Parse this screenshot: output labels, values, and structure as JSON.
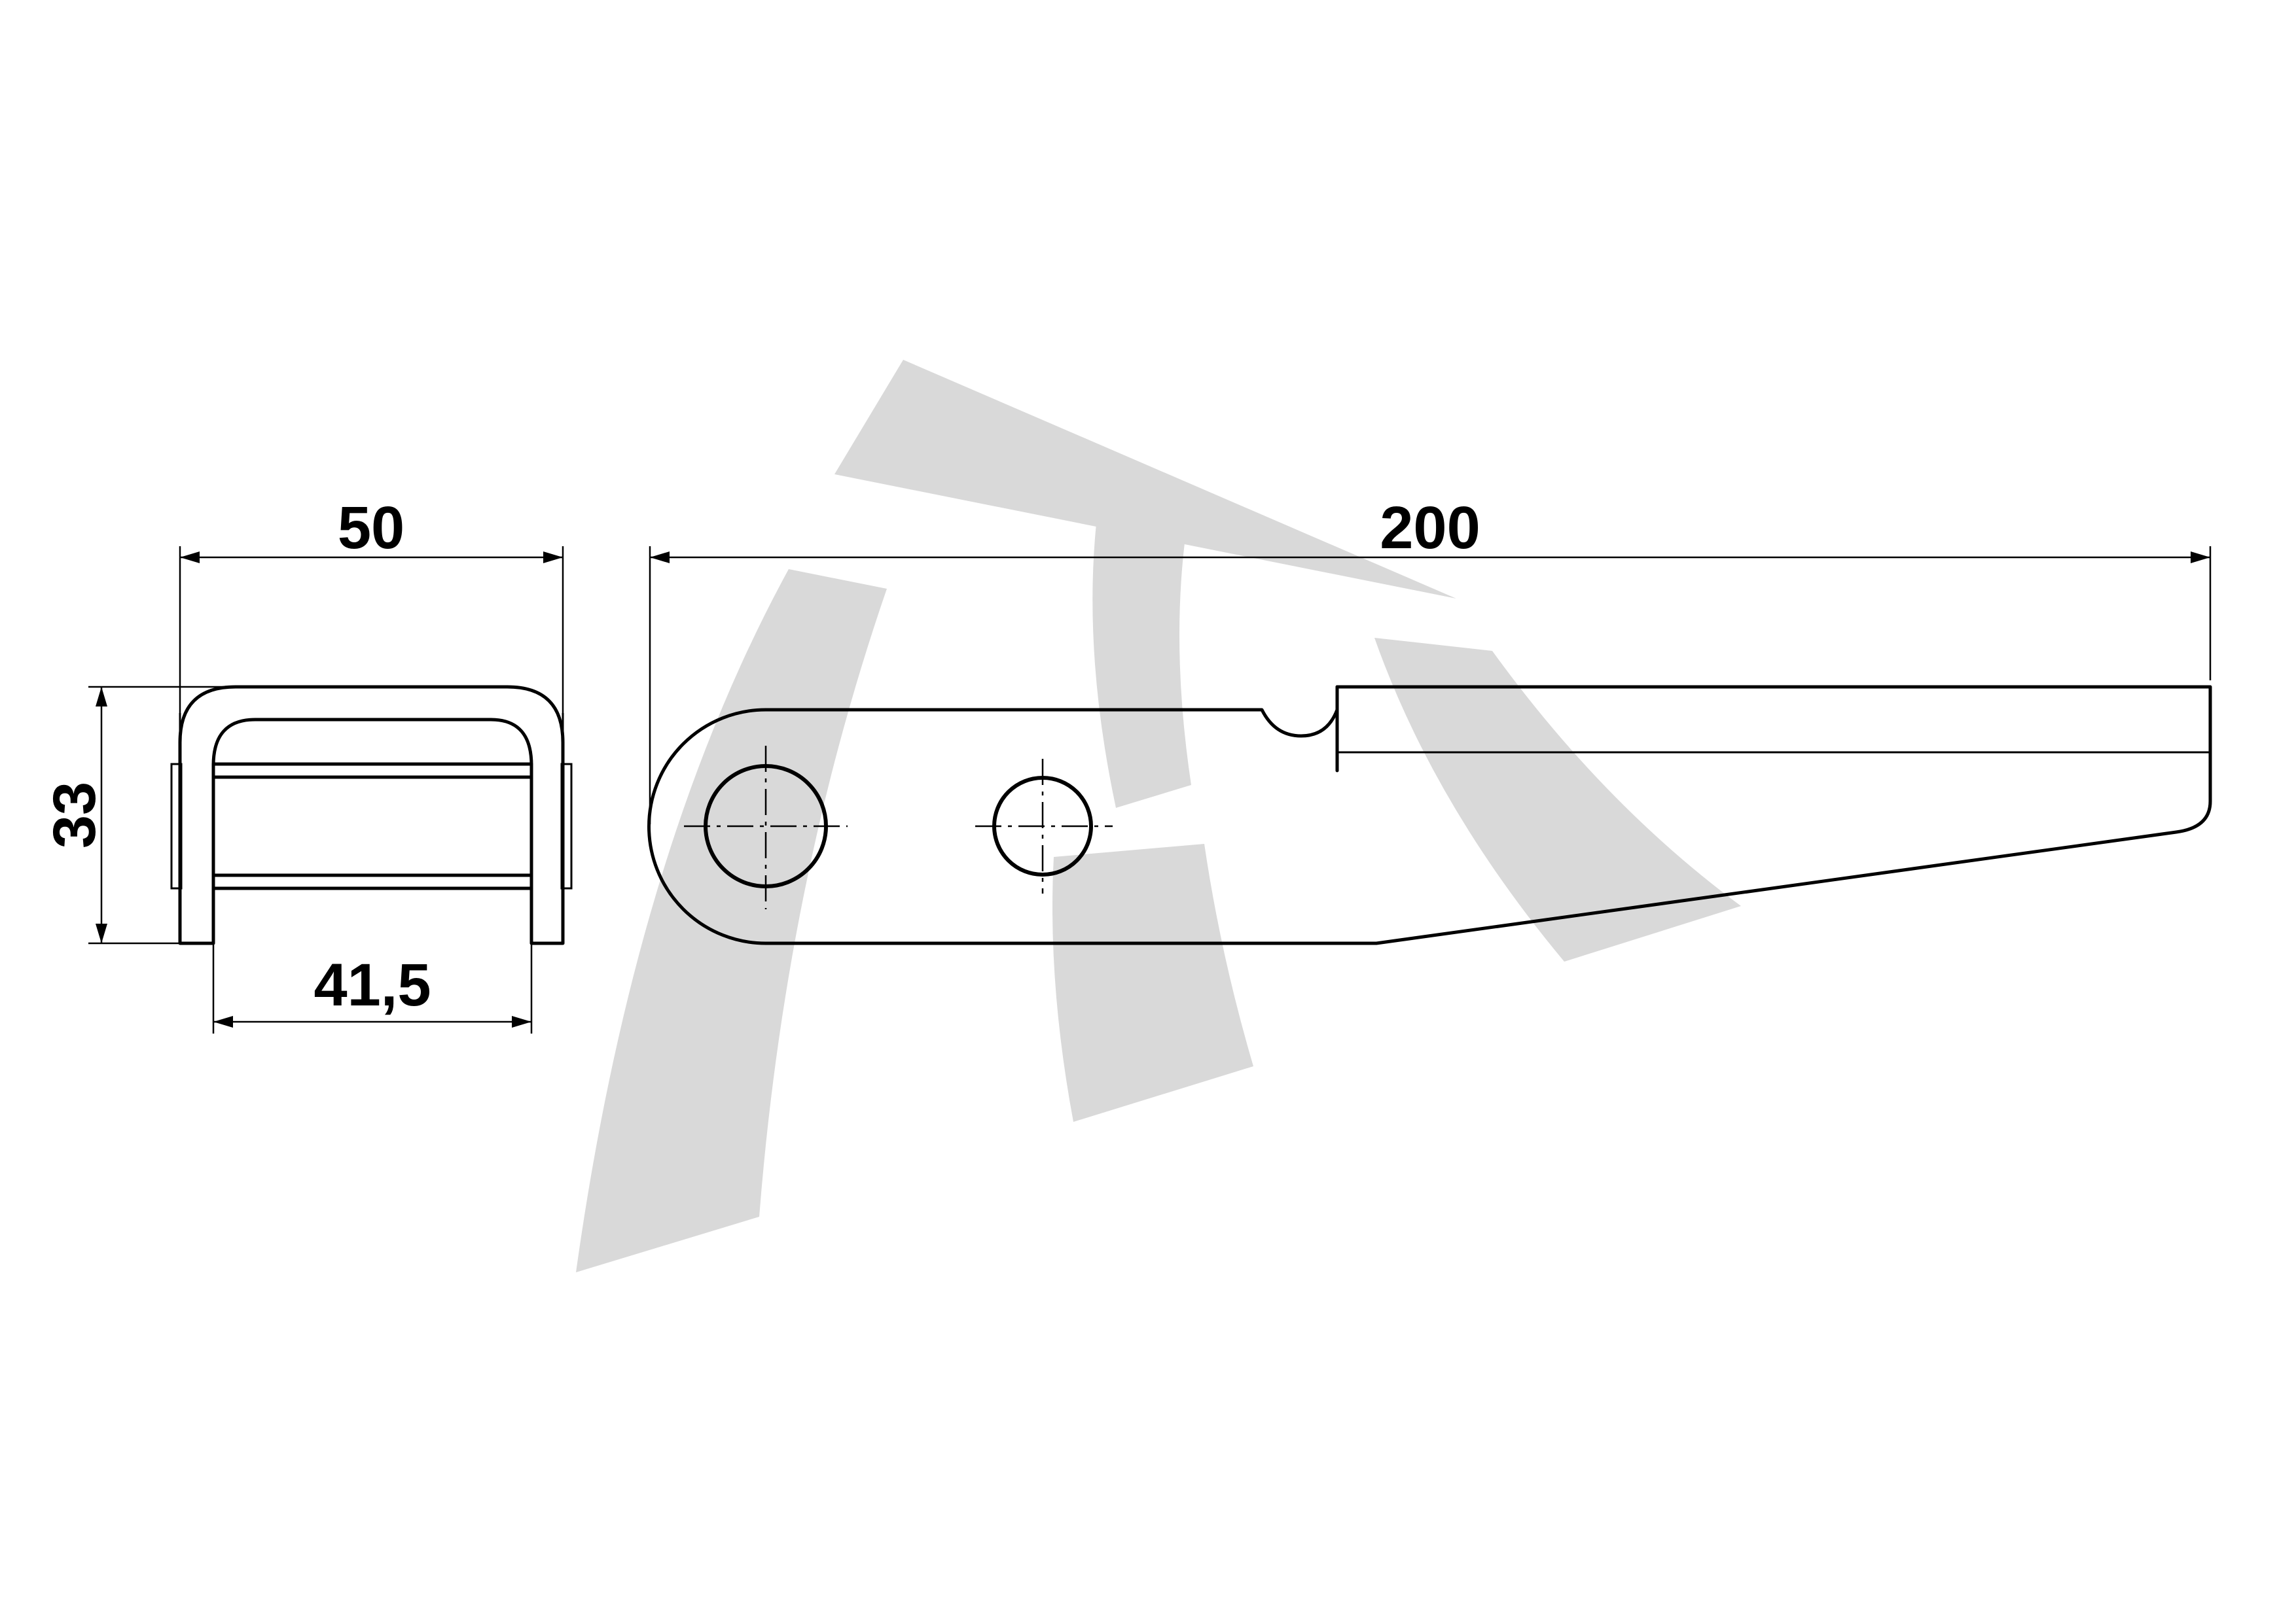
{
  "dimensions": {
    "side_width": "50",
    "overall_length": "200",
    "height": "33",
    "inner_width": "41,5"
  },
  "colors": {
    "line": "#000000",
    "watermark": "#d9d9d9",
    "background": "#ffffff"
  }
}
